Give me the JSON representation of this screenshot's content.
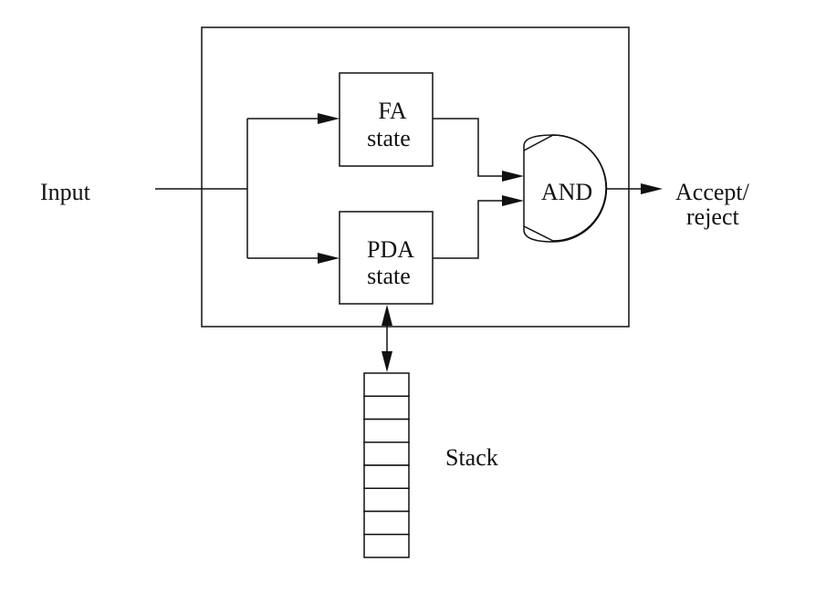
{
  "labels": {
    "input": "Input",
    "fa_state_line1": "FA",
    "fa_state_line2": "state",
    "pda_state_line1": "PDA",
    "pda_state_line2": "state",
    "and_gate": "AND",
    "output_line1": "Accept/",
    "output_line2": "reject",
    "stack": "Stack"
  },
  "stack_cells": 8
}
